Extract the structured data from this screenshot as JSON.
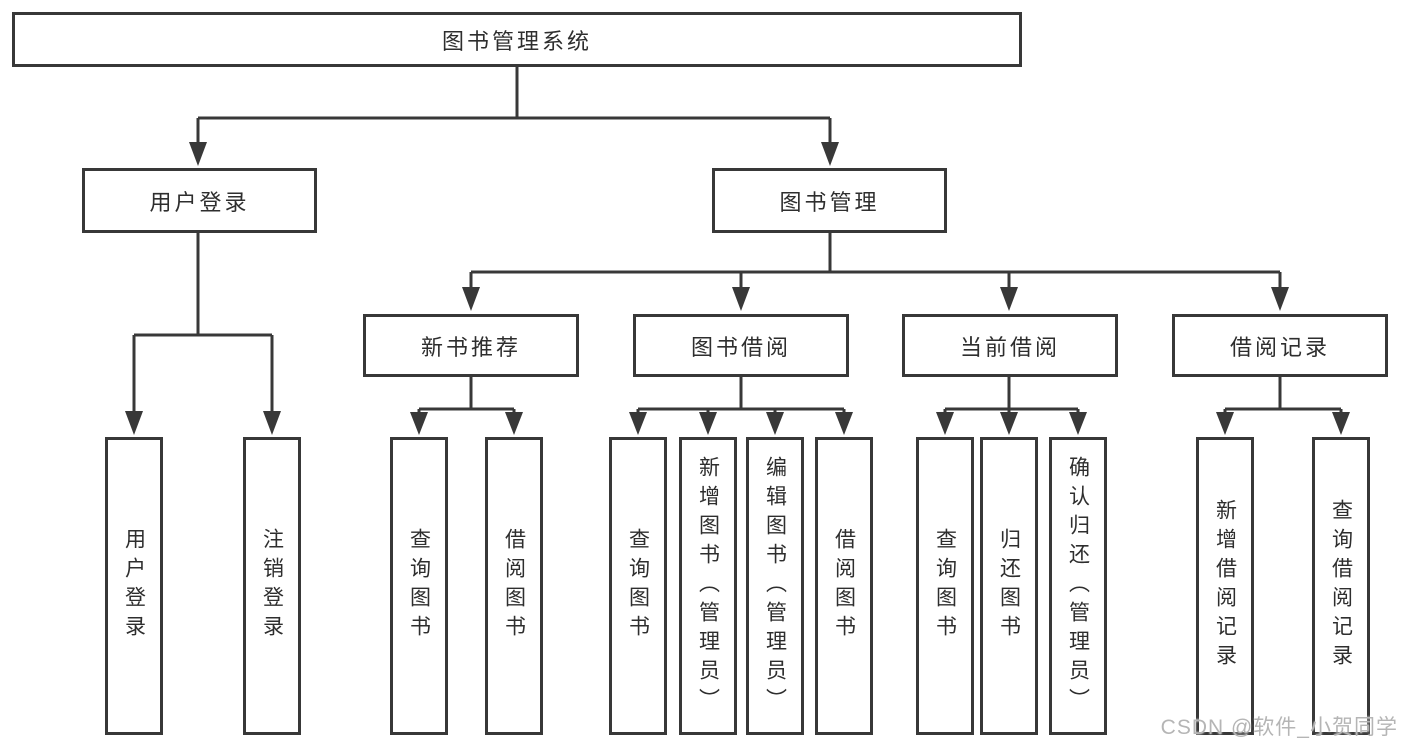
{
  "diagram": {
    "root": {
      "label": "图书管理系统"
    },
    "branches": [
      {
        "label": "用户登录",
        "children": [
          {
            "label": "用户登录"
          },
          {
            "label": "注销登录"
          }
        ]
      },
      {
        "label": "图书管理",
        "children": [
          {
            "label": "新书推荐",
            "children": [
              {
                "label": "查询图书"
              },
              {
                "label": "借阅图书"
              }
            ]
          },
          {
            "label": "图书借阅",
            "children": [
              {
                "label": "查询图书"
              },
              {
                "label": "新增图书（管理员）"
              },
              {
                "label": "编辑图书（管理员）"
              },
              {
                "label": "借阅图书"
              }
            ]
          },
          {
            "label": "当前借阅",
            "children": [
              {
                "label": "查询图书"
              },
              {
                "label": "归还图书"
              },
              {
                "label": "确认归还（管理员）"
              }
            ]
          },
          {
            "label": "借阅记录",
            "children": [
              {
                "label": "新增借阅记录"
              },
              {
                "label": "查询借阅记录"
              }
            ]
          }
        ]
      }
    ]
  },
  "watermark": "CSDN @软件_小贺同学",
  "colors": {
    "line": "#383838",
    "text": "#2e2e2e",
    "watermark": "#b5b5b5",
    "background": "#ffffff"
  }
}
